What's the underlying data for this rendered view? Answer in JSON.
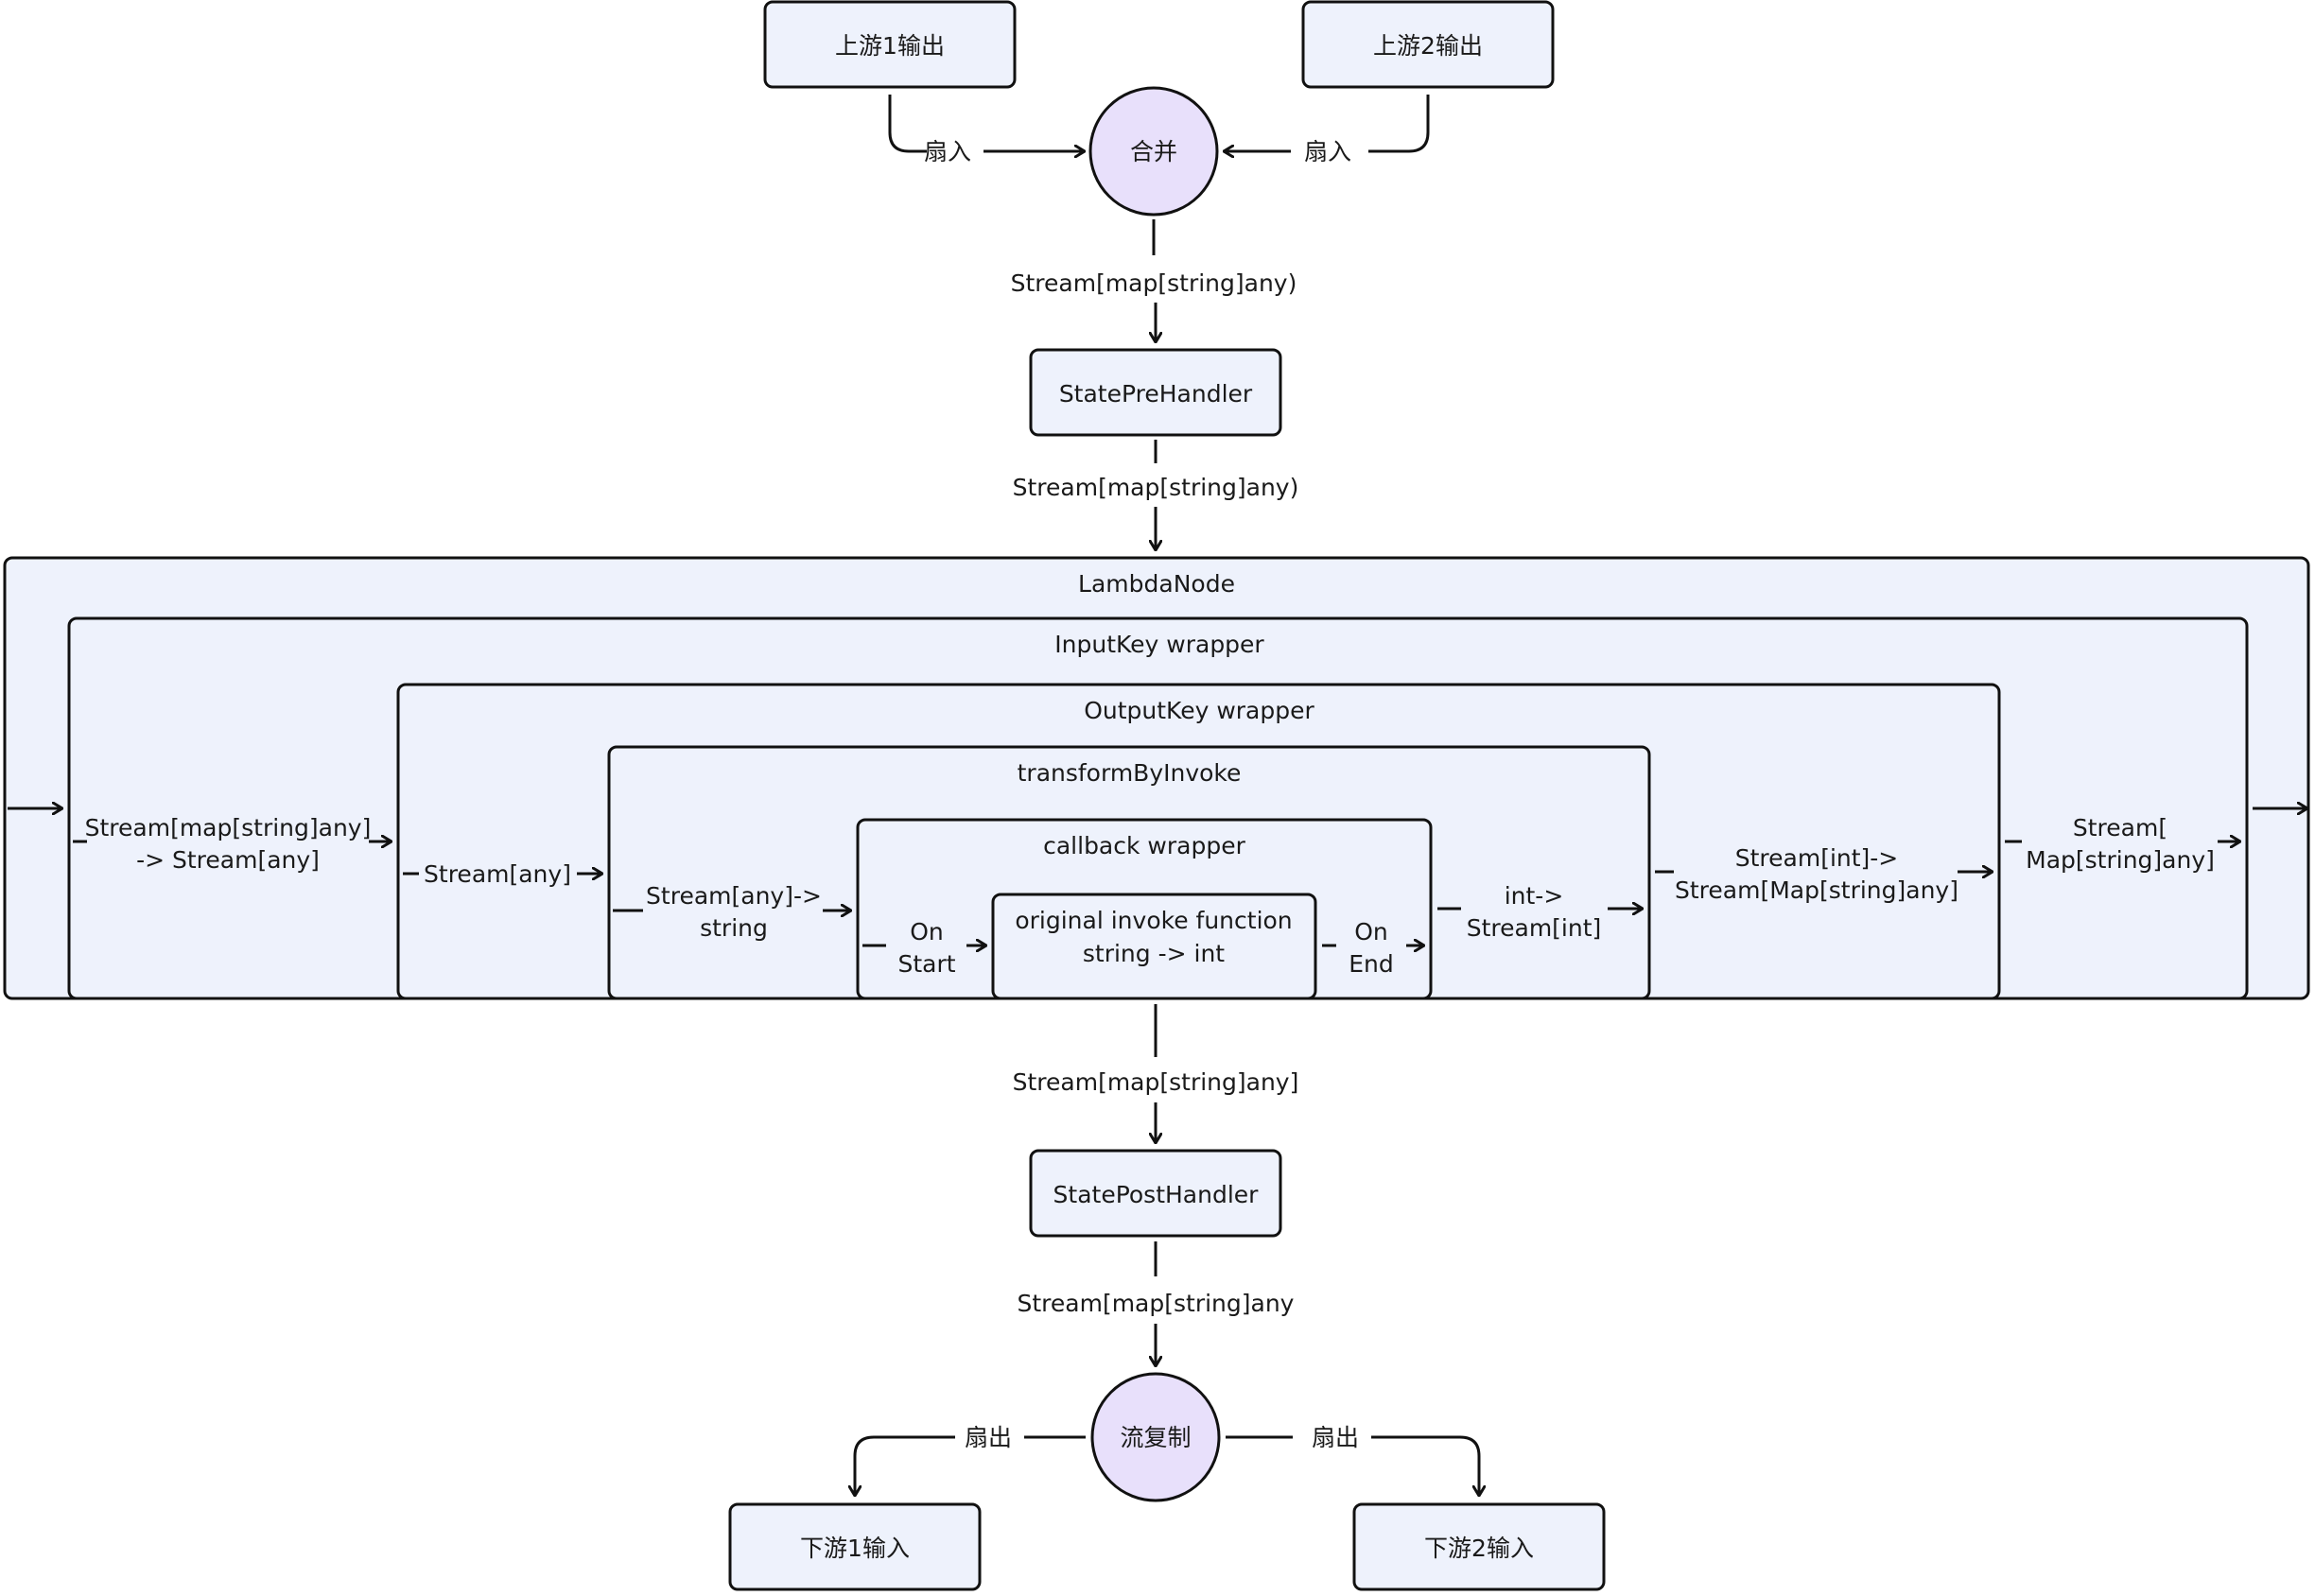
{
  "nodes": {
    "upstream1": "上游1输出",
    "upstream2": "上游2输出",
    "merge": "合并",
    "state_pre": "StatePreHandler",
    "lambda_node": "LambdaNode",
    "inputkey_wrapper": "InputKey wrapper",
    "outputkey_wrapper": "OutputKey wrapper",
    "transform_by_invoke": "transformByInvoke",
    "callback_wrapper": "callback wrapper",
    "original_line1": "original invoke function",
    "original_line2": "string -> int",
    "state_post": "StatePostHandler",
    "copy": "流复制",
    "downstream1": "下游1输入",
    "downstream2": "下游2输入"
  },
  "edges": {
    "fan_in_left": "扇入",
    "fan_in_right": "扇入",
    "merge_to_pre": "Stream[map[string]any)",
    "pre_to_lambda": "Stream[map[string]any)",
    "inputkey_line1": "Stream[map[string]any]",
    "inputkey_line2": "-> Stream[any]",
    "outputkey_in": "Stream[any]",
    "transform_in_line1": "Stream[any]->",
    "transform_in_line2": "string",
    "on_start_line1": "On",
    "on_start_line2": "Start",
    "on_end_line1": "On",
    "on_end_line2": "End",
    "transform_out_line1": "int->",
    "transform_out_line2": "Stream[int]",
    "outputkey_out_line1": "Stream[int]->",
    "outputkey_out_line2": "Stream[Map[string]any]",
    "inputkey_out_line1": "Stream[",
    "inputkey_out_line2": "Map[string]any]",
    "lambda_to_post": "Stream[map[string]any]",
    "post_to_copy": "Stream[map[string]any",
    "fan_out_left": "扇出",
    "fan_out_right": "扇出"
  },
  "colors": {
    "box_fill": "#eef2fc",
    "circle_fill": "#e8e0fb",
    "stroke": "#111111"
  }
}
